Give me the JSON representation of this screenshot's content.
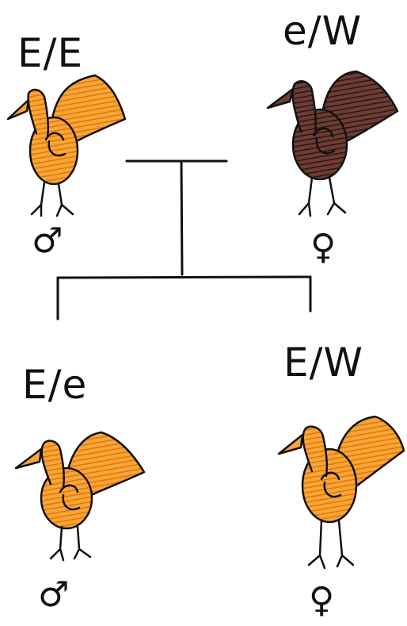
{
  "parents": {
    "male": {
      "genotype": "E/E",
      "sex_symbol": "♂",
      "body_color": "#f08c14"
    },
    "female": {
      "genotype": "e/W",
      "sex_symbol": "♀",
      "body_color": "#4a2a24"
    }
  },
  "offspring": {
    "male": {
      "genotype": "E/e",
      "sex_symbol": "♂",
      "body_color": "#f08c14"
    },
    "female": {
      "genotype": "E/W",
      "sex_symbol": "♀",
      "body_color": "#f08c14"
    }
  },
  "colors": {
    "ink": "#111111",
    "orange": "#f08c14",
    "orange_light": "#f7a53a",
    "brown": "#4a2a24"
  }
}
